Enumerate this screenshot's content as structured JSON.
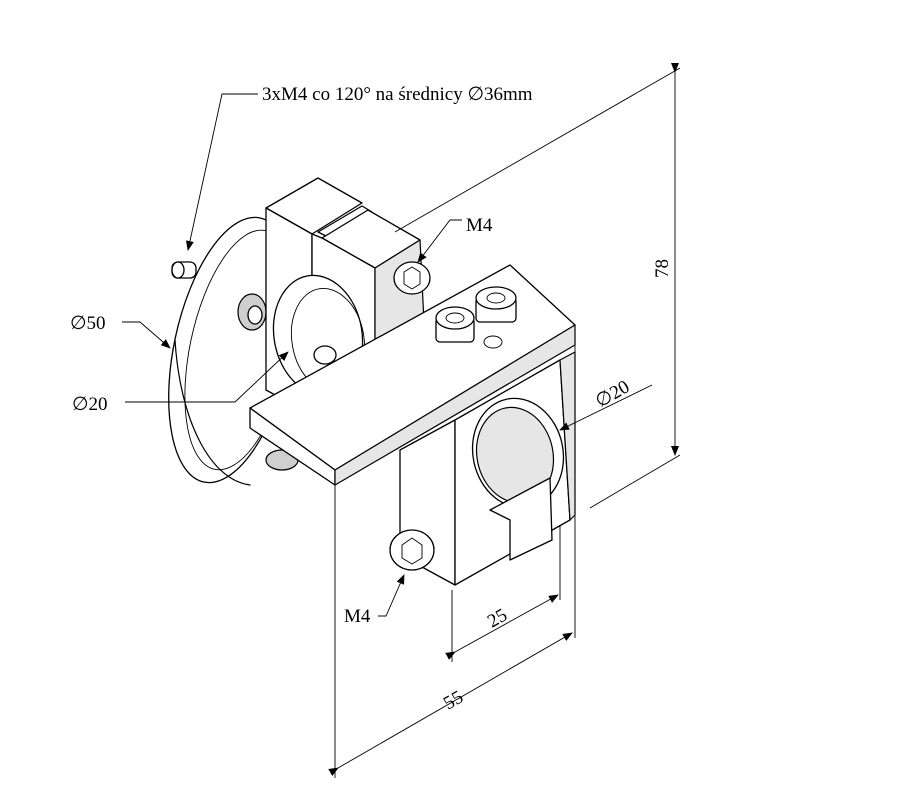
{
  "annotations": {
    "thread_note": "3xM4 co 120° na średnicy ∅36mm",
    "screw_top": "M4",
    "screw_bottom": "M4",
    "flange_diameter": "∅50",
    "bore_left": "∅20",
    "bore_right": "∅20"
  },
  "dimensions": {
    "height": "78",
    "width": "55",
    "depth": "25"
  }
}
